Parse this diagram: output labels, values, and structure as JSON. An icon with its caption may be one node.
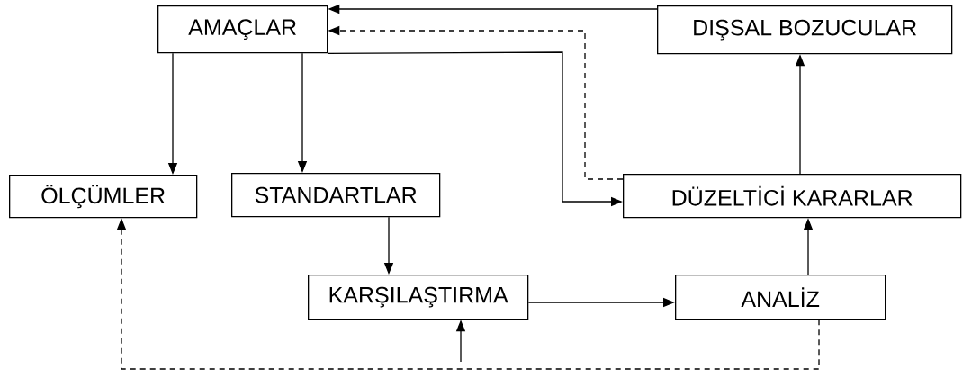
{
  "diagram": {
    "nodes": [
      {
        "text": [
          "AMAÇLAR"
        ]
      },
      {
        "text": [
          "DIŞSAL BOZUCULAR"
        ]
      },
      {
        "text": [
          "ÖLÇÜMLER"
        ]
      },
      {
        "text": [
          "STANDARTLAR"
        ]
      },
      {
        "text": [
          "DÜZELTİCİ KARARLAR"
        ]
      },
      {
        "text": [
          "KARŞILAŞTIRMA"
        ]
      },
      {
        "text": [
          "ANALİZ"
        ]
      }
    ],
    "edges": [
      {
        "from": 1,
        "to": 0,
        "arrow": "to"
      },
      {
        "from": 4,
        "to": 0,
        "arrow": "to",
        "style": "dashed"
      },
      {
        "from": 0,
        "to": 4,
        "arrow": "to"
      },
      {
        "from": 0,
        "to": 2,
        "arrow": "to"
      },
      {
        "from": 0,
        "to": 3,
        "arrow": "to"
      },
      {
        "from": 4,
        "to": 1,
        "arrow": "to"
      },
      {
        "from": 3,
        "to": 5,
        "arrow": "to"
      },
      {
        "from": 5,
        "to": 6,
        "arrow": "to"
      },
      {
        "from": 6,
        "to": 4,
        "arrow": "to"
      },
      {
        "from": null,
        "to": 5,
        "arrow": "to"
      },
      {
        "from": 6,
        "to": 2,
        "arrow": "to",
        "style": "dashed"
      }
    ]
  }
}
